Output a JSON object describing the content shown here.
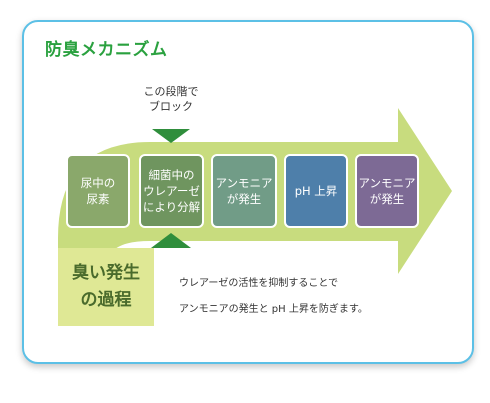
{
  "title": "防臭メカニズム",
  "callout": {
    "line1": "この段階で",
    "line2": "ブロック"
  },
  "steps": [
    {
      "lines": [
        "尿中の",
        "尿素"
      ],
      "color": "#8aa86b"
    },
    {
      "lines": [
        "細菌中の",
        "ウレアーゼ",
        "により分解"
      ],
      "color": "#6f955f"
    },
    {
      "lines": [
        "アンモニア",
        "が発生"
      ],
      "color": "#719c87"
    },
    {
      "lines": [
        "pH 上昇"
      ],
      "color": "#4e7faa"
    },
    {
      "lines": [
        "アンモニア",
        "が発生"
      ],
      "color": "#7d6a95"
    }
  ],
  "process_label": {
    "line1": "臭い発生",
    "line2": "の過程"
  },
  "description": {
    "line1": "ウレアーゼの活性を抑制することで",
    "line2": "アンモニアの発生と pH 上昇を防ぎます。"
  },
  "colors": {
    "border": "#5cc0e6",
    "title": "#2aa13f",
    "arrow": "#c8dc7e",
    "block_marker": "#2f8e3c",
    "process_label_bg": "#dfe895"
  }
}
